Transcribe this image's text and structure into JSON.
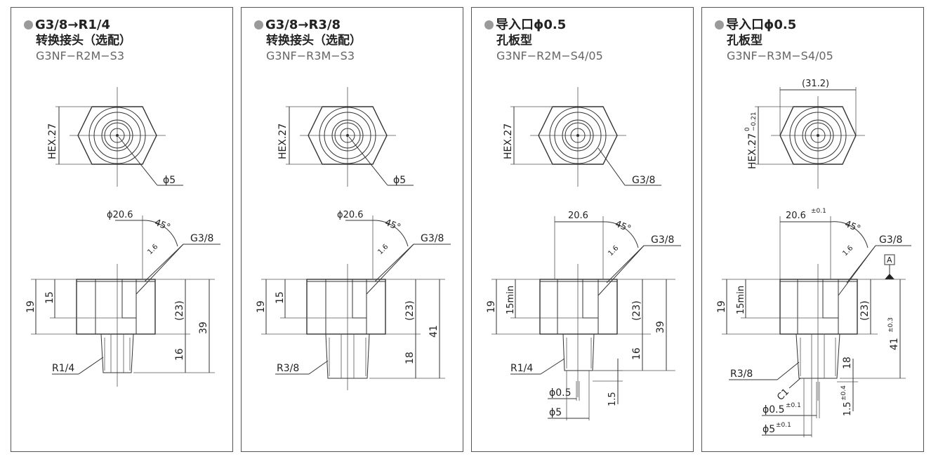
{
  "panels": [
    {
      "title": "G3/8→R1/4",
      "subtitle": "转换接头（选配）",
      "model": "G3NF−R2M−S3",
      "labels": {
        "hex": "HEX.27",
        "bore": "ϕ5",
        "dia": "ϕ20.6",
        "angle": "45°",
        "chamfer": "1.6",
        "thread_top": "G3/8",
        "dim_19": "19",
        "dim_15": "15",
        "dim_23": "(23)",
        "dim_total": "39",
        "dim_bottom": "16",
        "thread_bottom": "R1/4"
      }
    },
    {
      "title": "G3/8→R3/8",
      "subtitle": "转换接头（选配）",
      "model": "G3NF−R3M−S3",
      "labels": {
        "hex": "HEX.27",
        "bore": "ϕ5",
        "dia": "ϕ20.6",
        "angle": "45°",
        "chamfer": "1.6",
        "thread_top": "G3/8",
        "dim_19": "19",
        "dim_15": "15",
        "dim_23": "(23)",
        "dim_total": "41",
        "dim_bottom": "18",
        "thread_bottom": "R3/8"
      }
    },
    {
      "title": "导入口ϕ0.5",
      "subtitle": "孔板型",
      "model": "G3NF−R2M−S4/05",
      "labels": {
        "hex": "HEX.27",
        "port": "G3/8",
        "dia": "20.6",
        "angle": "45°",
        "chamfer": "1.6",
        "thread_top": "G3/8",
        "dim_19": "19",
        "dim_15": "15min",
        "dim_23": "(23)",
        "dim_total": "39",
        "dim_bottom": "16",
        "dim_15b": "1.5",
        "thread_bottom": "R1/4",
        "orifice": "ϕ0.5",
        "bore": "ϕ5"
      }
    },
    {
      "title": "导入口ϕ0.5",
      "subtitle": "孔板型",
      "model": "G3NF−R3M−S4/05",
      "labels": {
        "width": "(31.2)",
        "hex": "HEX.27",
        "hex_tol_top": "0",
        "hex_tol_bottom": "−0.21",
        "dia": "20.6",
        "dia_tol": "±0.1",
        "angle": "45°",
        "chamfer": "1.6",
        "thread_top": "G3/8",
        "datum": "A",
        "dim_19": "19",
        "dim_15": "15min",
        "dim_23": "(23)",
        "dim_total": "41",
        "dim_total_tol": "±0.3",
        "dim_bottom": "18",
        "dim_15b": "1.5",
        "dim_15b_tol": "±0.4",
        "thread_bottom": "R3/8",
        "edge": "C1",
        "orifice": "ϕ0.5",
        "orifice_tol": "±0.1",
        "bore": "ϕ5",
        "bore_tol": "±0.1"
      }
    }
  ]
}
